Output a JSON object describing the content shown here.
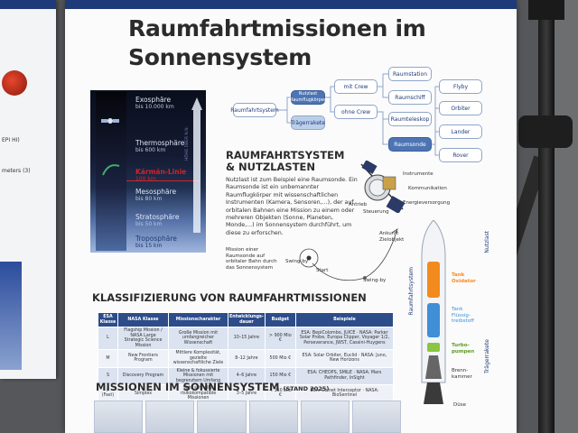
{
  "title_line1": "Raumfahrtmissionen im",
  "title_line2": "Sonnensystem",
  "left_poster": {
    "text1": "EPI HI)",
    "text2": "meters (3)"
  },
  "atmosphere": {
    "layers": [
      {
        "name": "Exosphäre",
        "height": "bis 10.000 km"
      },
      {
        "name": "Thermosphäre",
        "height": "bis 600 km"
      },
      {
        "name": "Kármán-Linie",
        "height": "100 km"
      },
      {
        "name": "Mesosphäre",
        "height": "bis 80 km"
      },
      {
        "name": "Stratosphäre",
        "height": "bis 50 km"
      },
      {
        "name": "Troposphäre",
        "height": "bis 15 km"
      }
    ],
    "axis_label": "HÖHE ÜBER N.N."
  },
  "diagram": {
    "raumfahrtsystem": "Raumfahrtsystem",
    "nutzlast": "Nutzlast (Raumflugkörper)",
    "traegerrakete": "Trägerrakete",
    "mit_crew": "mit Crew",
    "ohne_crew": "ohne Crew",
    "raumstation": "Raumstation",
    "raumschiff": "Raumschiff",
    "raumteleskop": "Raumteleskop",
    "raumsonde": "Raumsonde",
    "flyby": "Flyby",
    "orbiter": "Orbiter",
    "lander": "Lander",
    "rover": "Rover"
  },
  "section": {
    "title_line1": "RAUMFAHRTSYSTEM",
    "title_line2": "& NUTZLASTEN",
    "paragraph": "Nutzlast ist zum Beispiel eine Raumsonde. Ein Raumsonde ist ein unbemannter Raumflugkörper mit wissenschaftlichen Instrumenten (Kamera, Sensoren,...), der auf orbitalen Bahnen eine Mission zu einem oder mehreren Objekten (Sonne, Planeten, Monde,...) im Sonnensystem durchführt, um diese zu erforschen."
  },
  "probe": {
    "instrumente": "Instrumente",
    "kommunikation": "Kommunikation",
    "energie": "Energieversorgung",
    "antrieb": "Antrieb",
    "steuerung": "Steuerung"
  },
  "swingby": {
    "mission": "Mission einer Raumsonde auf orbitaler Bahn durch das Sonnensystem",
    "ankunft": "Ankunft Zielobjekt",
    "swing1": "Swing-by",
    "swing2": "Swing-by",
    "start": "Start"
  },
  "rocket": {
    "raumfahrtsystem": "Raumfahrtsystem",
    "nutzlast": "Nutzlast",
    "traegerrakete": "Trägerrakete",
    "tank_oxidator": "Tank Oxidator",
    "tank_fluessig": "Tank Flüssig-treibstoff",
    "turbopumpen": "Turbo-pumpen",
    "brennkammer": "Brenn-kammer",
    "duese": "Düse"
  },
  "classification": {
    "title": "KLASSIFIZIERUNG VON RAUMFAHRTMISSIONEN",
    "headers": [
      "ESA Klasse",
      "NASA Klasse",
      "Missionscharakter",
      "Entwicklungs-dauer",
      "Budget",
      "Beispiele"
    ],
    "rows": [
      [
        "L",
        "Flagship Mission / NASA Large Strategic Science Mission",
        "Große Mission mit umfangreicher Wissenschaft",
        "10–15 Jahre",
        "> 900 Mio €",
        "ESA: BepiColombo, JUICE · NASA: Parker Solar Probe, Europa Clipper, Voyager 1/2, Perseverance, JWST, Cassini-Huygens"
      ],
      [
        "M",
        "New Frontiers Program",
        "Mittlere Komplexität, gezielte wissenschaftliche Ziele",
        "8–12 Jahre",
        "500 Mio €",
        "ESA: Solar Orbiter, Euclid · NASA: Juno, New Horizons"
      ],
      [
        "S",
        "Discovery Program",
        "Kleine & fokussierte Missionen mit begrenztem Umfang",
        "4–6 Jahre",
        "150 Mio €",
        "ESA: CHEOPS, SMILE · NASA: Mars Pathfinder, InSight"
      ],
      [
        "F (Fast)",
        "Simplex",
        "Sehr schnelle, risikokompatible Missionen",
        "3–5 Jahre",
        "< 150 Mio €",
        "ESA: Comet Interceptor · NASA: BioSentinel"
      ]
    ]
  },
  "missions": {
    "title": "MISSIONEN IM SONNENSYSTEM",
    "subtitle": "(STAND 2025)"
  },
  "colors": {
    "navy": "#1f3a78",
    "table_header": "#2d4c8a",
    "karman_red": "#d2232a",
    "tank_orange": "#f28a1e",
    "tank_blue": "#3f8fd6",
    "pump_green": "#8ac640"
  }
}
